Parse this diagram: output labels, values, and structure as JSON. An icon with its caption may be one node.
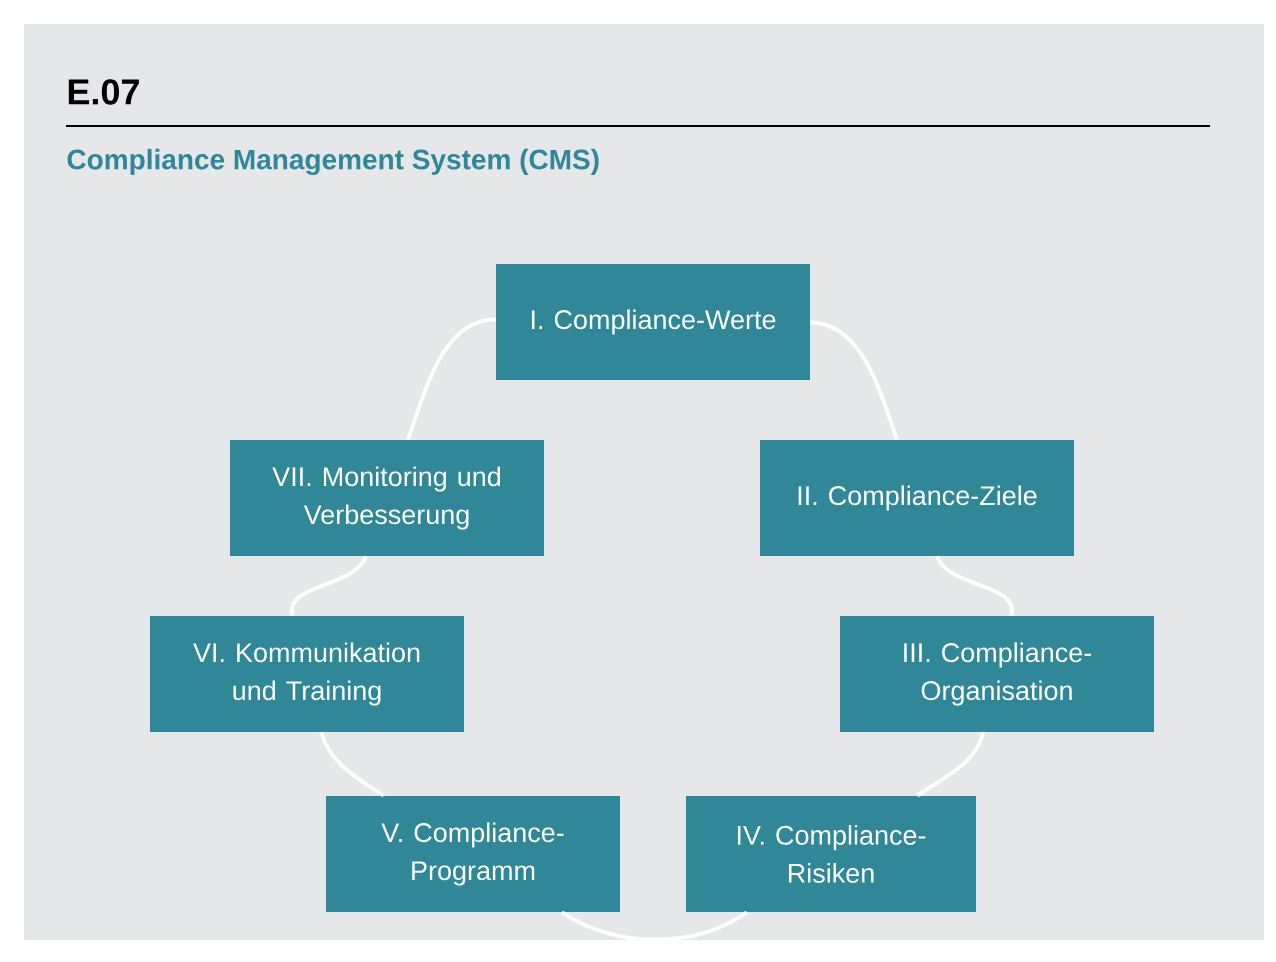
{
  "diagram": {
    "title": "E.07",
    "caption": "Compliance Management System (CMS)",
    "nodes": [
      {
        "text": [
          "I. Compliance-Werte"
        ]
      },
      {
        "text": [
          "II. Compliance-Ziele"
        ]
      },
      {
        "text": [
          "III. Compliance-Organisation"
        ]
      },
      {
        "text": [
          "IV. Compliance-Risiken"
        ]
      },
      {
        "text": [
          "V. Compliance-Programm"
        ]
      },
      {
        "text": [
          "VI. Kommunikation und Training"
        ]
      },
      {
        "text": [
          "VII. Monitoring und Verbesserung"
        ]
      }
    ],
    "edges": [
      {
        "from": 0,
        "to": 1,
        "arrow": "none"
      },
      {
        "from": 1,
        "to": 2,
        "arrow": "none"
      },
      {
        "from": 2,
        "to": 3,
        "arrow": "none"
      },
      {
        "from": 3,
        "to": 4,
        "arrow": "none"
      },
      {
        "from": 4,
        "to": 5,
        "arrow": "none"
      },
      {
        "from": 5,
        "to": 6,
        "arrow": "none"
      },
      {
        "from": 6,
        "to": 0,
        "arrow": "none"
      }
    ]
  }
}
